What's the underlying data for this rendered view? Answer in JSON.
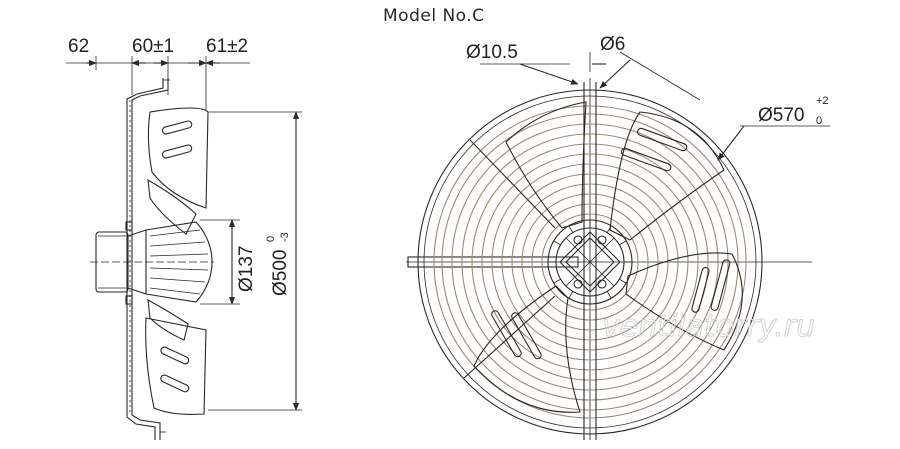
{
  "title": "Model No.C",
  "dimensions": {
    "d62": "62",
    "d60": "60±1",
    "d61": "61±2",
    "d137": "Ø137",
    "d500_main": "Ø500",
    "d500_tol_upper": "0",
    "d500_tol_lower": "-3",
    "d10_5": "Ø10.5",
    "d6": "Ø6",
    "d570_main": "Ø570",
    "d570_tol_upper": "+2",
    "d570_tol_lower": "0"
  },
  "watermark": "ventilatorry.ru"
}
